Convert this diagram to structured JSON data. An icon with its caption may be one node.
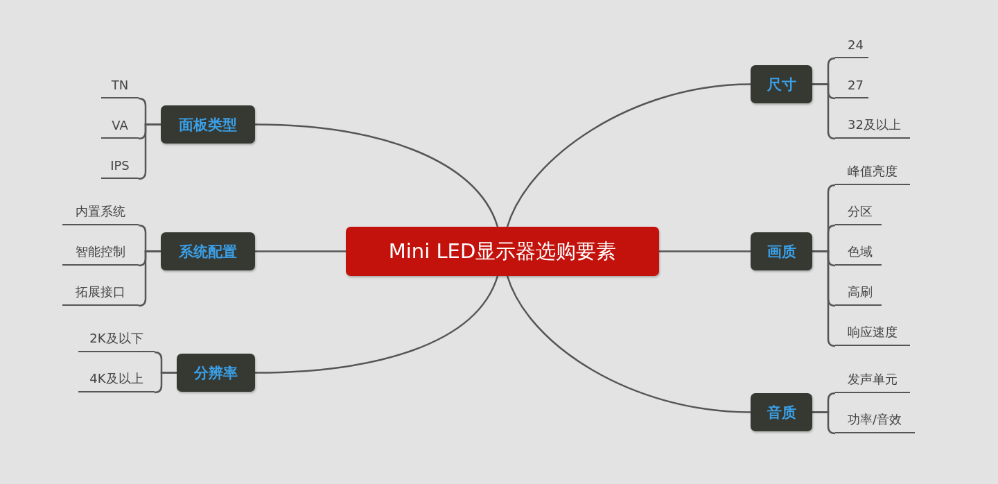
{
  "diagram": {
    "nodes": [
      {
        "text": [
          "Mini LED显示器选购要素"
        ]
      },
      {
        "text": [
          "面板类型"
        ]
      },
      {
        "text": [
          "TN"
        ]
      },
      {
        "text": [
          "VA"
        ]
      },
      {
        "text": [
          "IPS"
        ]
      },
      {
        "text": [
          "系统配置"
        ]
      },
      {
        "text": [
          "内置系统"
        ]
      },
      {
        "text": [
          "智能控制"
        ]
      },
      {
        "text": [
          "拓展接口"
        ]
      },
      {
        "text": [
          "分辨率"
        ]
      },
      {
        "text": [
          "2K及以下"
        ]
      },
      {
        "text": [
          "4K及以上"
        ]
      },
      {
        "text": [
          "尺寸"
        ]
      },
      {
        "text": [
          "24"
        ]
      },
      {
        "text": [
          "27"
        ]
      },
      {
        "text": [
          "32及以上"
        ]
      },
      {
        "text": [
          "画质"
        ]
      },
      {
        "text": [
          "峰值亮度"
        ]
      },
      {
        "text": [
          "分区"
        ]
      },
      {
        "text": [
          "色域"
        ]
      },
      {
        "text": [
          "高刷"
        ]
      },
      {
        "text": [
          "响应速度"
        ]
      },
      {
        "text": [
          "音质"
        ]
      },
      {
        "text": [
          "发声单元"
        ]
      },
      {
        "text": [
          "功率/音效"
        ]
      }
    ],
    "edges": [
      {
        "from": 0,
        "to": 1,
        "arrow": "none"
      },
      {
        "from": 1,
        "to": 2,
        "arrow": "none"
      },
      {
        "from": 1,
        "to": 3,
        "arrow": "none"
      },
      {
        "from": 1,
        "to": 4,
        "arrow": "none"
      },
      {
        "from": 0,
        "to": 5,
        "arrow": "none"
      },
      {
        "from": 5,
        "to": 6,
        "arrow": "none"
      },
      {
        "from": 5,
        "to": 7,
        "arrow": "none"
      },
      {
        "from": 5,
        "to": 8,
        "arrow": "none"
      },
      {
        "from": 0,
        "to": 9,
        "arrow": "none"
      },
      {
        "from": 9,
        "to": 10,
        "arrow": "none"
      },
      {
        "from": 9,
        "to": 11,
        "arrow": "none"
      },
      {
        "from": 0,
        "to": 12,
        "arrow": "none"
      },
      {
        "from": 12,
        "to": 13,
        "arrow": "none"
      },
      {
        "from": 12,
        "to": 14,
        "arrow": "none"
      },
      {
        "from": 12,
        "to": 15,
        "arrow": "none"
      },
      {
        "from": 0,
        "to": 16,
        "arrow": "none"
      },
      {
        "from": 16,
        "to": 17,
        "arrow": "none"
      },
      {
        "from": 16,
        "to": 18,
        "arrow": "none"
      },
      {
        "from": 16,
        "to": 19,
        "arrow": "none"
      },
      {
        "from": 16,
        "to": 20,
        "arrow": "none"
      },
      {
        "from": 16,
        "to": 21,
        "arrow": "none"
      },
      {
        "from": 0,
        "to": 22,
        "arrow": "none"
      },
      {
        "from": 22,
        "to": 23,
        "arrow": "none"
      },
      {
        "from": 22,
        "to": 24,
        "arrow": "none"
      }
    ]
  }
}
